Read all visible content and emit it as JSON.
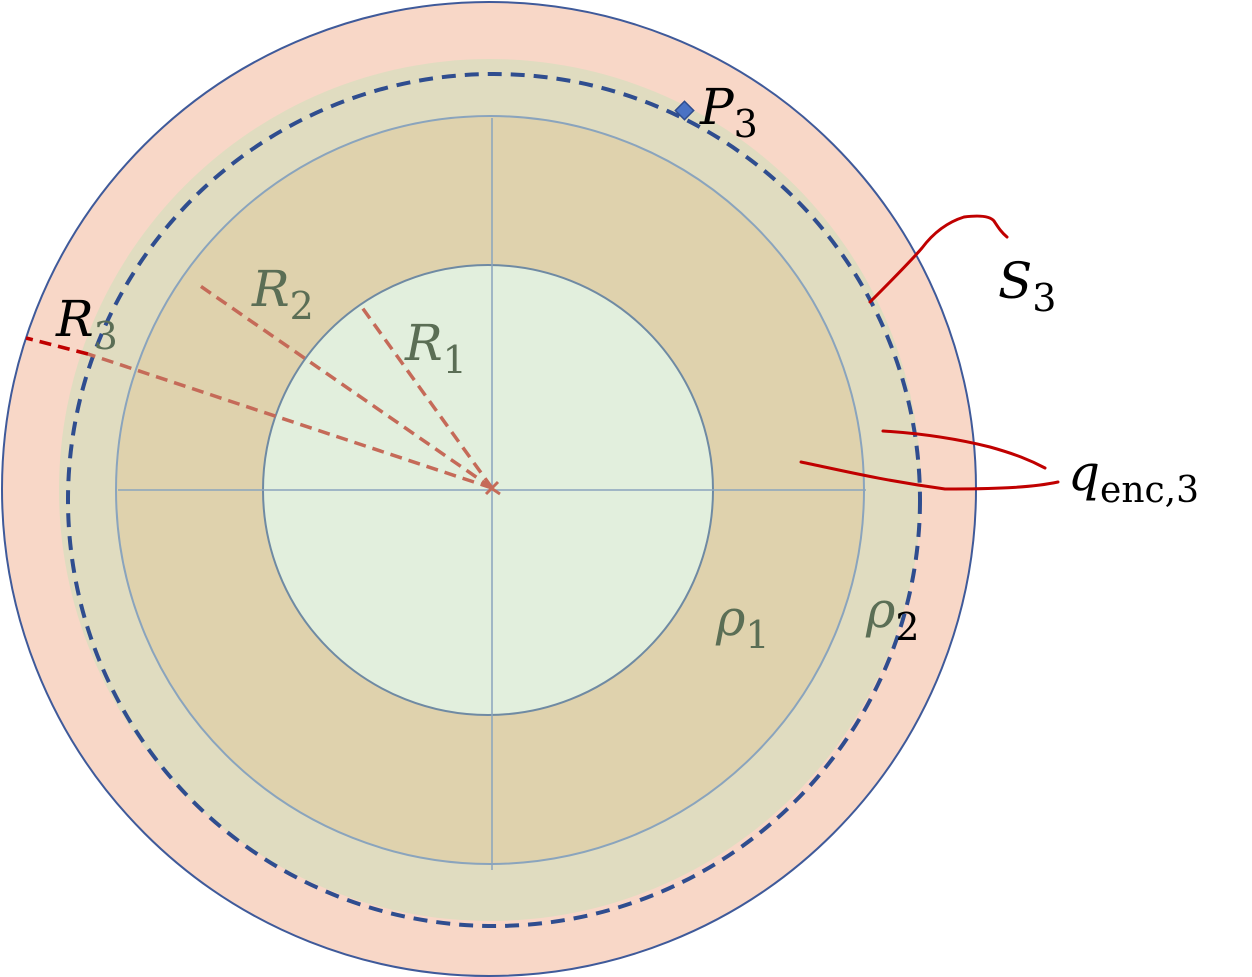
{
  "labels": {
    "r1": {
      "main": "R",
      "sub": "1"
    },
    "r2": {
      "main": "R",
      "sub": "2"
    },
    "r3": {
      "main": "R",
      "sub": "3"
    },
    "p3": {
      "main": "P",
      "sub": "3"
    },
    "s3": {
      "main": "S",
      "sub": "3"
    },
    "qenc": {
      "main": "q",
      "sub": "enc,3"
    },
    "rho1": {
      "main": "ρ",
      "sub": "1"
    },
    "rho2": {
      "main": "ρ",
      "sub": "2"
    }
  },
  "colors": {
    "outer_region": "#f8d7c7",
    "shell_2": "#e0dcc0",
    "shell_1": "#dfd2ad",
    "core": "#e2efdd",
    "outline": "#3f5a9a",
    "axis": "#8aa4bd",
    "radius_line": "#c56a58",
    "annotation": "#c00000",
    "label_muted": "#5b6e55",
    "label_dark": "#000000"
  }
}
